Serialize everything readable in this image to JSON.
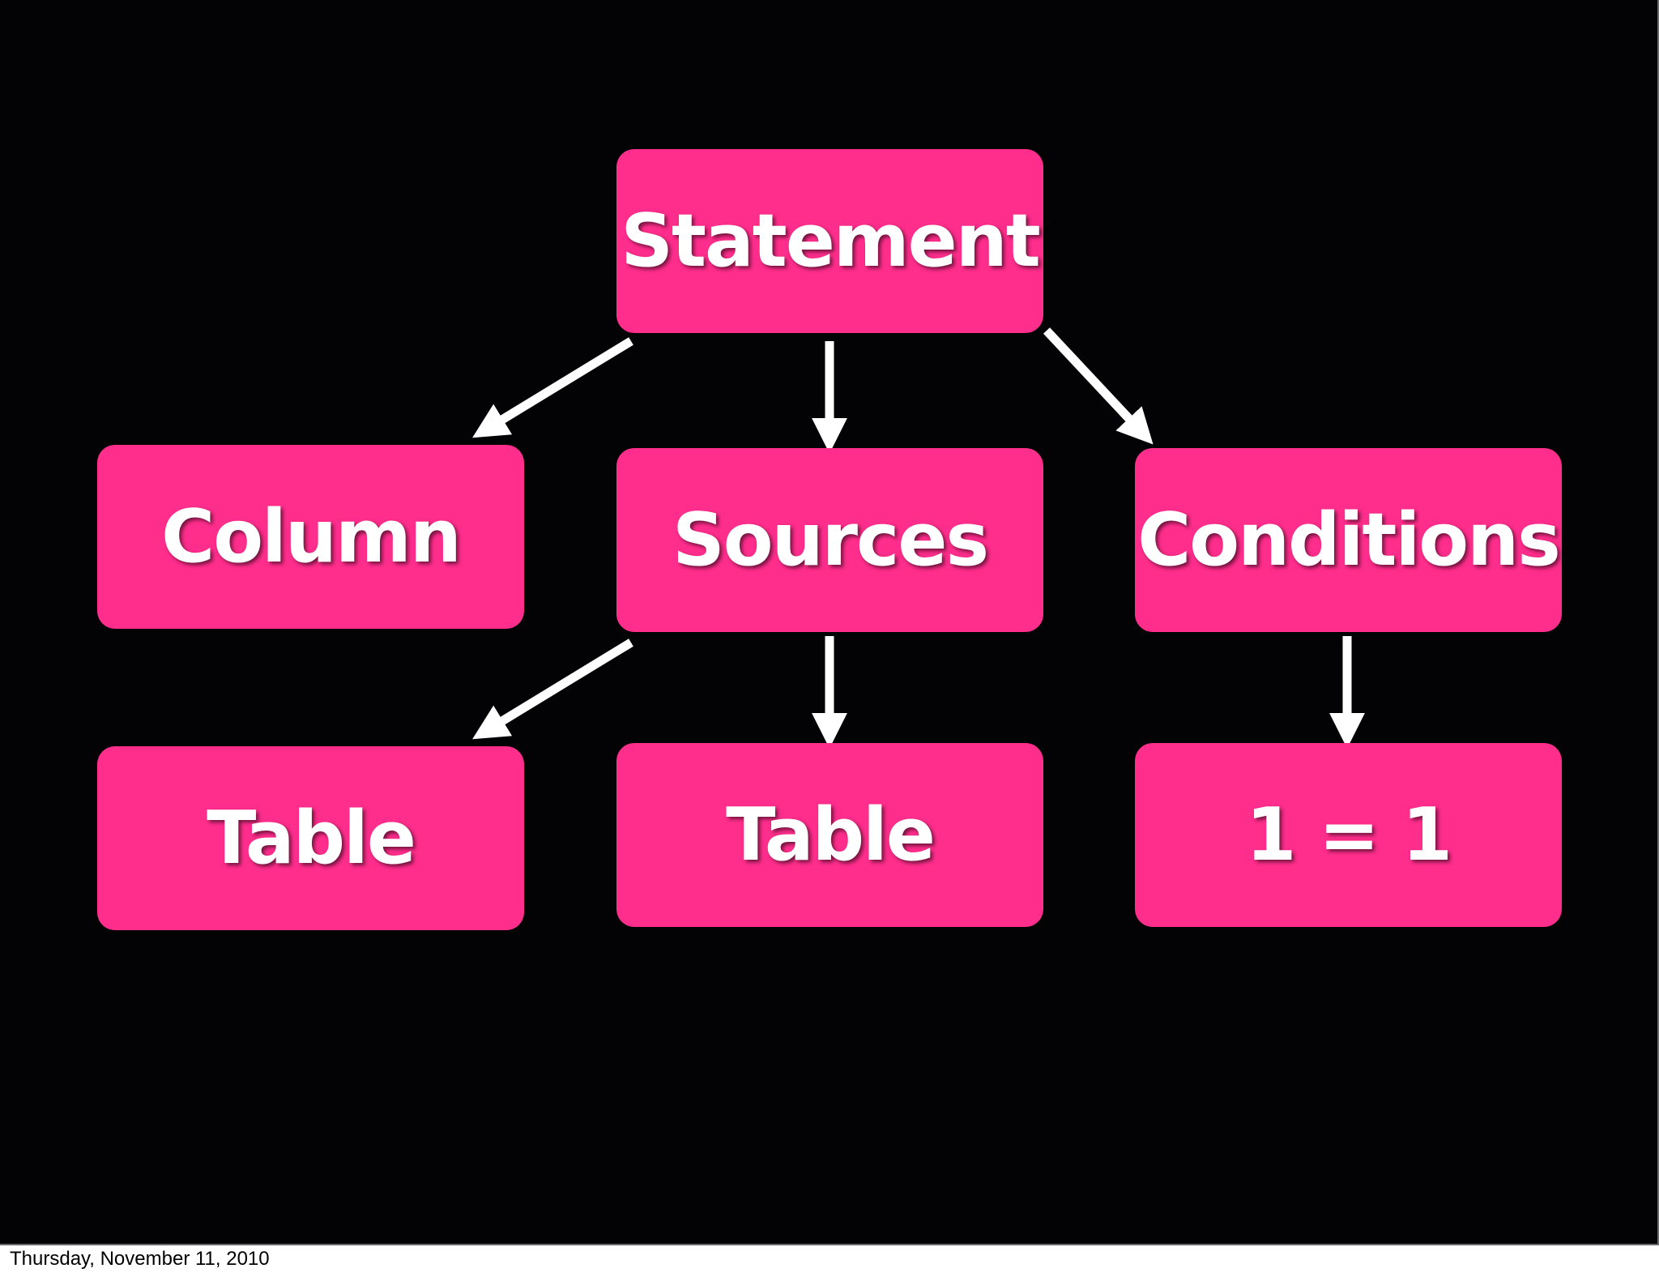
{
  "colors": {
    "background": "#030204",
    "node_fill": "#ff2d8c",
    "text": "#ffffff",
    "arrow": "#ffffff"
  },
  "nodes": {
    "statement": "Statement",
    "column": "Column",
    "sources": "Sources",
    "conditions": "Conditions",
    "table_left": "Table",
    "table_center": "Table",
    "condition_expr": "1 = 1"
  },
  "edges": [
    {
      "from": "statement",
      "to": "column"
    },
    {
      "from": "statement",
      "to": "sources"
    },
    {
      "from": "statement",
      "to": "conditions"
    },
    {
      "from": "sources",
      "to": "table_left"
    },
    {
      "from": "sources",
      "to": "table_center"
    },
    {
      "from": "conditions",
      "to": "condition_expr"
    }
  ],
  "footer": {
    "date": "Thursday, November 11, 2010"
  }
}
